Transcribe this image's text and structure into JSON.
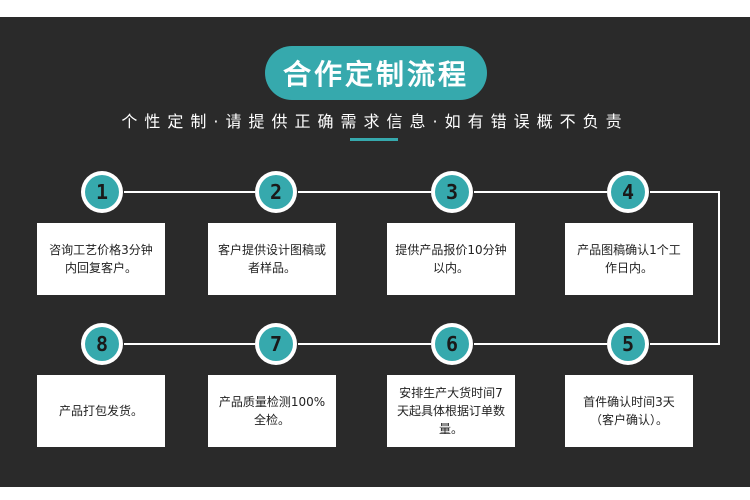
{
  "title": "合作定制流程",
  "subtitle": "个性定制·请提供正确需求信息·如有错误概不负责",
  "colors": {
    "accent": "#36a9ad",
    "panel": "#2a2a2a",
    "line": "#ffffff"
  },
  "steps": [
    {
      "number": "1",
      "text": "咨询工艺价格3分钟内回复客户。"
    },
    {
      "number": "2",
      "text": "客户提供设计图稿或者样品。"
    },
    {
      "number": "3",
      "text": "提供产品报价10分钟以内。"
    },
    {
      "number": "4",
      "text": "产品图稿确认1个工作日内。"
    },
    {
      "number": "5",
      "text": "首件确认时间3天（客户确认）。"
    },
    {
      "number": "6",
      "text": "安排生产大货时间7天起具体根据订单数量。"
    },
    {
      "number": "7",
      "text": "产品质量检测100%全检。"
    },
    {
      "number": "8",
      "text": "产品打包发货。"
    }
  ]
}
